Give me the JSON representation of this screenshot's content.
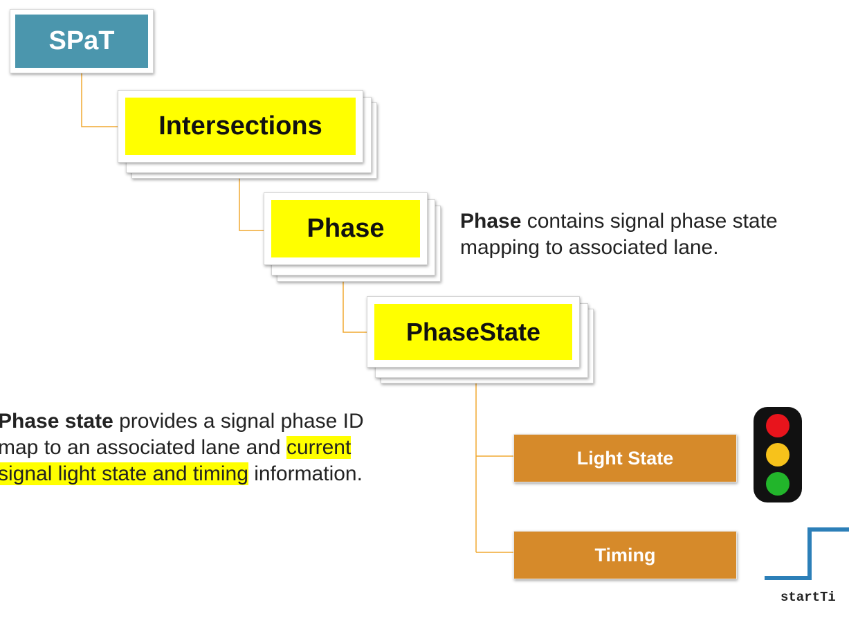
{
  "nodes": {
    "spat": "SPaT",
    "intersections": "Intersections",
    "phase": "Phase",
    "phase_state": "PhaseState",
    "light_state": "Light State",
    "timing": "Timing"
  },
  "descriptions": {
    "phase": {
      "bold": "Phase",
      "line1": " contains signal phase state",
      "line2": "mapping to associated lane."
    },
    "phase_state": {
      "bold": "Phase state",
      "line1": " provides a signal phase ID",
      "line2_plain": "map to an associated lane and ",
      "line2_highlight": "current",
      "line3_highlight": "signal light state and timing",
      "line3_plain": " information."
    }
  },
  "timing_graphic": {
    "label": "startTi"
  },
  "colors": {
    "spat": "#4b96ad",
    "highlight": "#ffff00",
    "orange": "#d68a2a",
    "connector": "#f0a830",
    "signal_red": "#e8141c",
    "signal_yellow": "#f7c21b",
    "signal_green": "#22b52b",
    "timing_line": "#2c7fb8"
  }
}
